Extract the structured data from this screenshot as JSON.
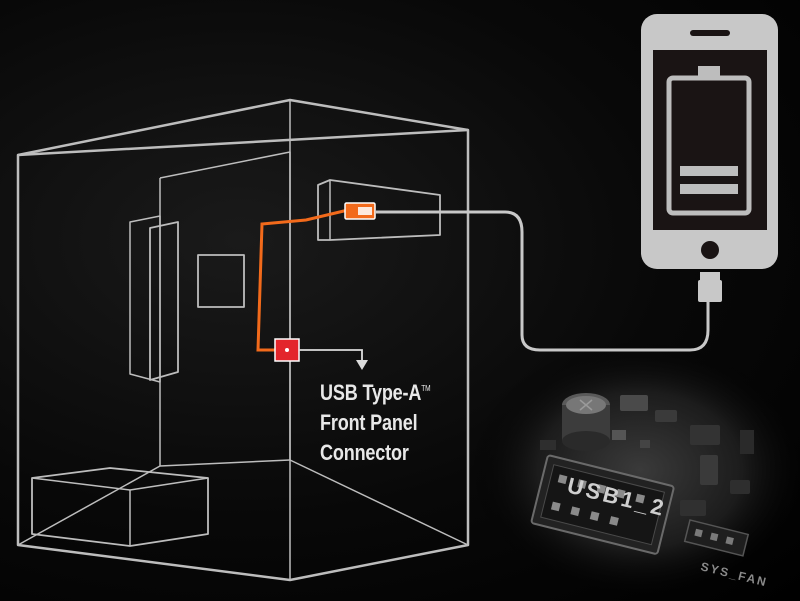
{
  "caption": {
    "line1": "USB Type-A",
    "trademark": "TM",
    "line2": "Front Panel",
    "line3": "Connector"
  },
  "board": {
    "header_label": "USB1_2",
    "fan_label": "SYS_FAN"
  },
  "colors": {
    "background": "#000000",
    "outline": "#bdbdbd",
    "cable_orange": "#f26a1b",
    "header_red": "#e3262b",
    "phone_body": "#c8c8c8",
    "phone_screen": "#1a1414",
    "battery_fill": "#bdbdbd"
  },
  "icons": {
    "phone": "smartphone-icon",
    "battery": "battery-low-icon"
  }
}
